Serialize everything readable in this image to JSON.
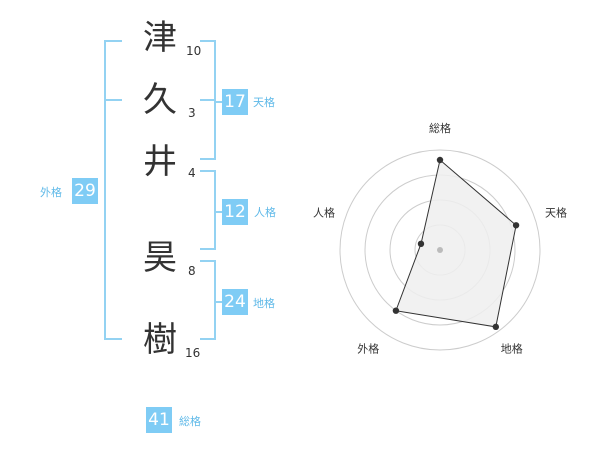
{
  "name": {
    "chars": [
      {
        "char": "津",
        "strokes": "10"
      },
      {
        "char": "久",
        "strokes": "3"
      },
      {
        "char": "井",
        "strokes": "4"
      },
      {
        "char": "昊",
        "strokes": "8"
      },
      {
        "char": "樹",
        "strokes": "16"
      }
    ]
  },
  "fortunes": {
    "tenkaku": {
      "value": "17",
      "label": "天格"
    },
    "jinkaku": {
      "value": "12",
      "label": "人格"
    },
    "chikaku": {
      "value": "24",
      "label": "地格"
    },
    "gaikaku": {
      "value": "29",
      "label": "外格"
    },
    "soukaku": {
      "value": "41",
      "label": "総格"
    }
  },
  "chart_data": {
    "type": "radar",
    "axes": [
      "総格",
      "天格",
      "地格",
      "外格",
      "人格"
    ],
    "values": [
      0.9,
      0.8,
      0.95,
      0.75,
      0.2
    ],
    "max": 1,
    "rings": 4,
    "colors": {
      "fill": "#eeeeee",
      "line": "#333333",
      "grid": "#cccccc",
      "point": "#333333",
      "center": "#bbbbbb"
    }
  },
  "colors": {
    "accent": "#7fccf5",
    "accent_text": "#5fb9e8",
    "bracket": "#93d2f2"
  }
}
